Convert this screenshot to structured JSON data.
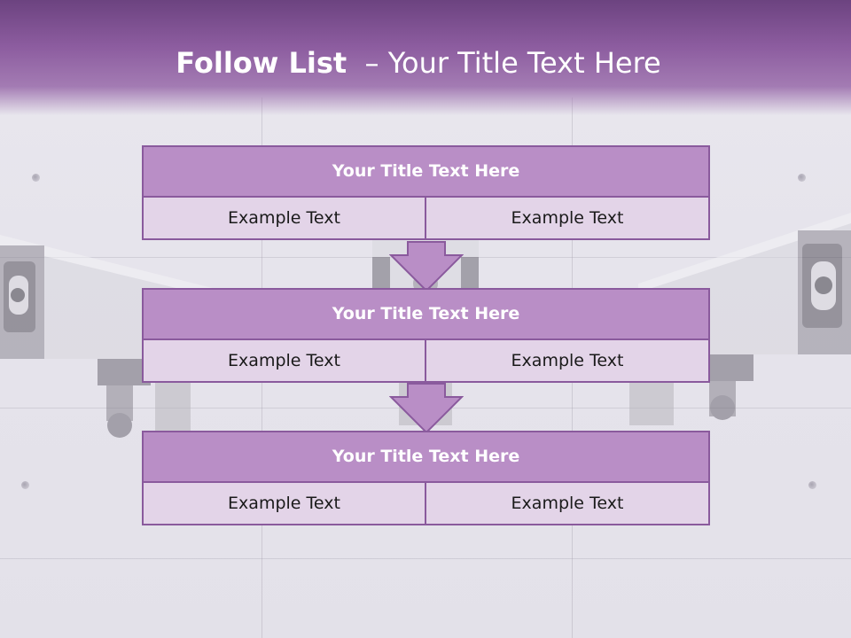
{
  "title": {
    "bold_part": "Follow List",
    "dash": "–",
    "rest": "Your Title Text Here"
  },
  "blocks": [
    {
      "title": "Your Title Text Here",
      "cells": [
        "Example Text",
        "Example Text"
      ]
    },
    {
      "title": "Your Title Text Here",
      "cells": [
        "Example Text",
        "Example Text"
      ]
    },
    {
      "title": "Your Title Text Here",
      "cells": [
        "Example Text",
        "Example Text"
      ]
    }
  ],
  "colors": {
    "header_dark": "#6c4380",
    "header_light": "#a37bb3",
    "block_title_fill": "#b98ec6",
    "block_border": "#8a5a9d",
    "block_cell_fill": "#e3d4e8",
    "arrow_fill": "#b98ec6"
  },
  "icons": [
    "security-camera-left-icon",
    "security-camera-right-icon",
    "security-camera-center-icon",
    "down-arrow-icon"
  ]
}
